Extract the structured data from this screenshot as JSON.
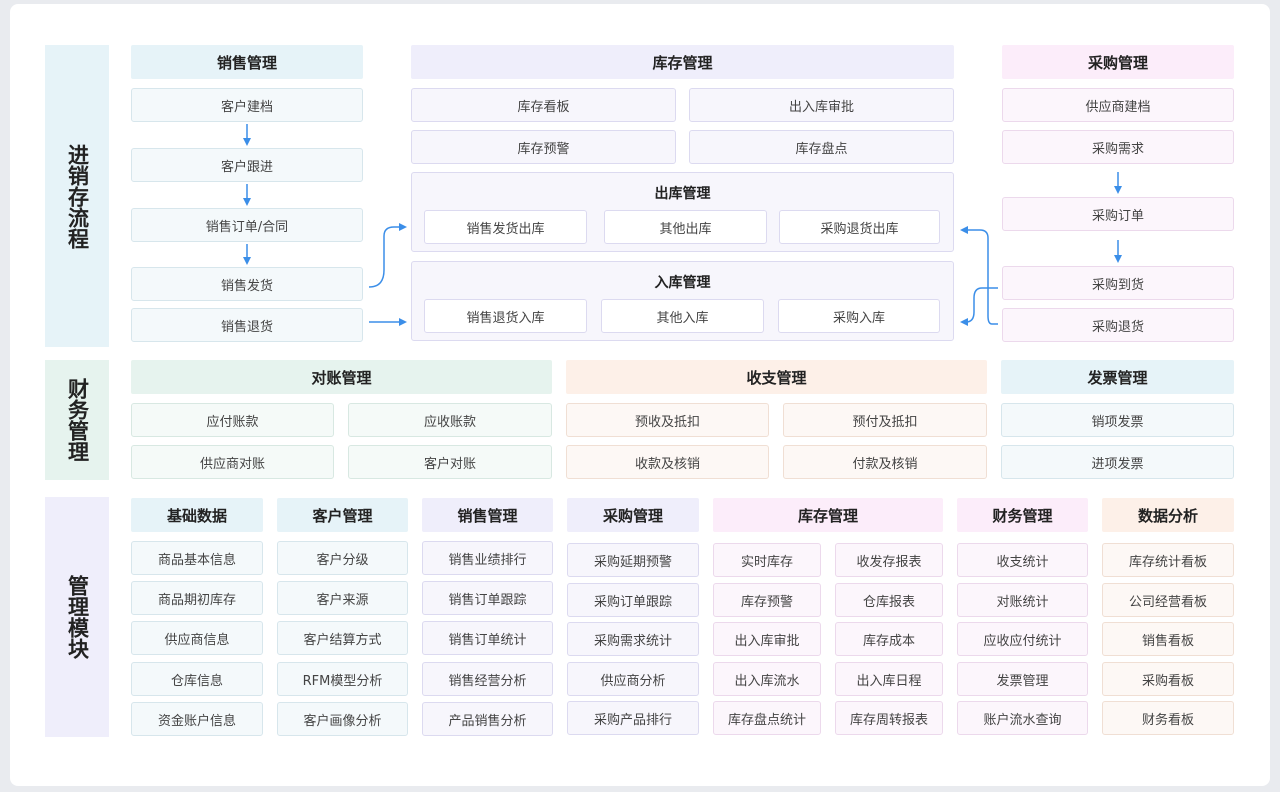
{
  "sections": {
    "flow": "进销存流程",
    "finance": "财务管理",
    "modules": "管理模块"
  },
  "sales": {
    "title": "销售管理",
    "steps": [
      "客户建档",
      "客户跟进",
      "销售订单/合同",
      "销售发货",
      "销售退货"
    ]
  },
  "inventory": {
    "title": "库存管理",
    "items": [
      "库存看板",
      "出入库审批",
      "库存预警",
      "库存盘点"
    ],
    "outbound": {
      "title": "出库管理",
      "items": [
        "销售发货出库",
        "其他出库",
        "采购退货出库"
      ]
    },
    "inbound": {
      "title": "入库管理",
      "items": [
        "销售退货入库",
        "其他入库",
        "采购入库"
      ]
    }
  },
  "purchase": {
    "title": "采购管理",
    "steps": [
      "供应商建档",
      "采购需求",
      "采购订单",
      "采购到货",
      "采购退货"
    ]
  },
  "reconcile": {
    "title": "对账管理",
    "items": [
      "应付账款",
      "应收账款",
      "供应商对账",
      "客户对账"
    ]
  },
  "payments": {
    "title": "收支管理",
    "items": [
      "预收及抵扣",
      "预付及抵扣",
      "收款及核销",
      "付款及核销"
    ]
  },
  "invoice": {
    "title": "发票管理",
    "items": [
      "销项发票",
      "进项发票"
    ]
  },
  "modules": [
    {
      "title": "基础数据",
      "items": [
        "商品基本信息",
        "商品期初库存",
        "供应商信息",
        "仓库信息",
        "资金账户信息"
      ]
    },
    {
      "title": "客户管理",
      "items": [
        "客户分级",
        "客户来源",
        "客户结算方式",
        "RFM模型分析",
        "客户画像分析"
      ]
    },
    {
      "title": "销售管理",
      "items": [
        "销售业绩排行",
        "销售订单跟踪",
        "销售订单统计",
        "销售经营分析",
        "产品销售分析"
      ]
    },
    {
      "title": "采购管理",
      "items": [
        "采购延期预警",
        "采购订单跟踪",
        "采购需求统计",
        "供应商分析",
        "采购产品排行"
      ]
    },
    {
      "title": "库存管理",
      "items": [
        "实时库存",
        "收发存报表",
        "库存预警",
        "仓库报表",
        "出入库审批",
        "库存成本",
        "出入库流水",
        "出入库日程",
        "库存盘点统计",
        "库存周转报表"
      ]
    },
    {
      "title": "财务管理",
      "items": [
        "收支统计",
        "对账统计",
        "应收应付统计",
        "发票管理",
        "账户流水查询"
      ]
    },
    {
      "title": "数据分析",
      "items": [
        "库存统计看板",
        "公司经营看板",
        "销售看板",
        "采购看板",
        "财务看板"
      ]
    }
  ],
  "colors": {
    "arrow": "#3b8ee8"
  }
}
